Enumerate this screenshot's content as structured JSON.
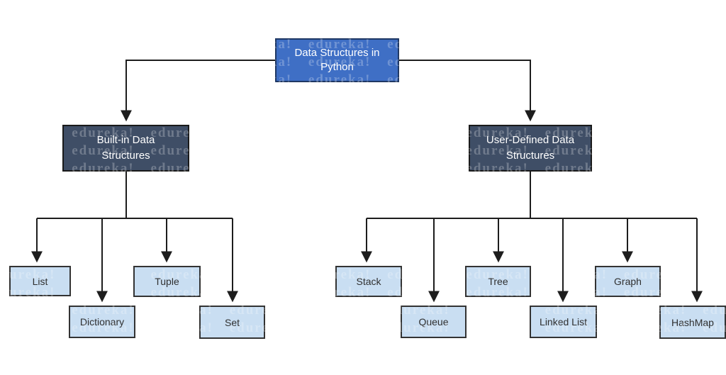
{
  "diagram": {
    "title": "Data Structures in Python",
    "root": {
      "label": "Data Structures in Python"
    },
    "branches": [
      {
        "label": "Built-in Data Structures",
        "children": [
          "List",
          "Dictionary",
          "Tuple",
          "Set"
        ]
      },
      {
        "label": "User-Defined Data Structures",
        "children": [
          "Stack",
          "Queue",
          "Tree",
          "Linked List",
          "Graph",
          "HashMap"
        ]
      }
    ]
  },
  "watermark": {
    "text": "edureka!"
  },
  "colors": {
    "root_fill": "#3f6fc5",
    "root_border": "#1f3864",
    "branch_fill": "#3f4e66",
    "branch_border": "#1a1a1a",
    "leaf_fill": "#c9def2",
    "leaf_border": "#333333",
    "connector_line": "#1d1d1d",
    "root_text": "#ffffff",
    "branch_text": "#ffffff",
    "leaf_text": "#303030",
    "background": "#ffffff"
  }
}
